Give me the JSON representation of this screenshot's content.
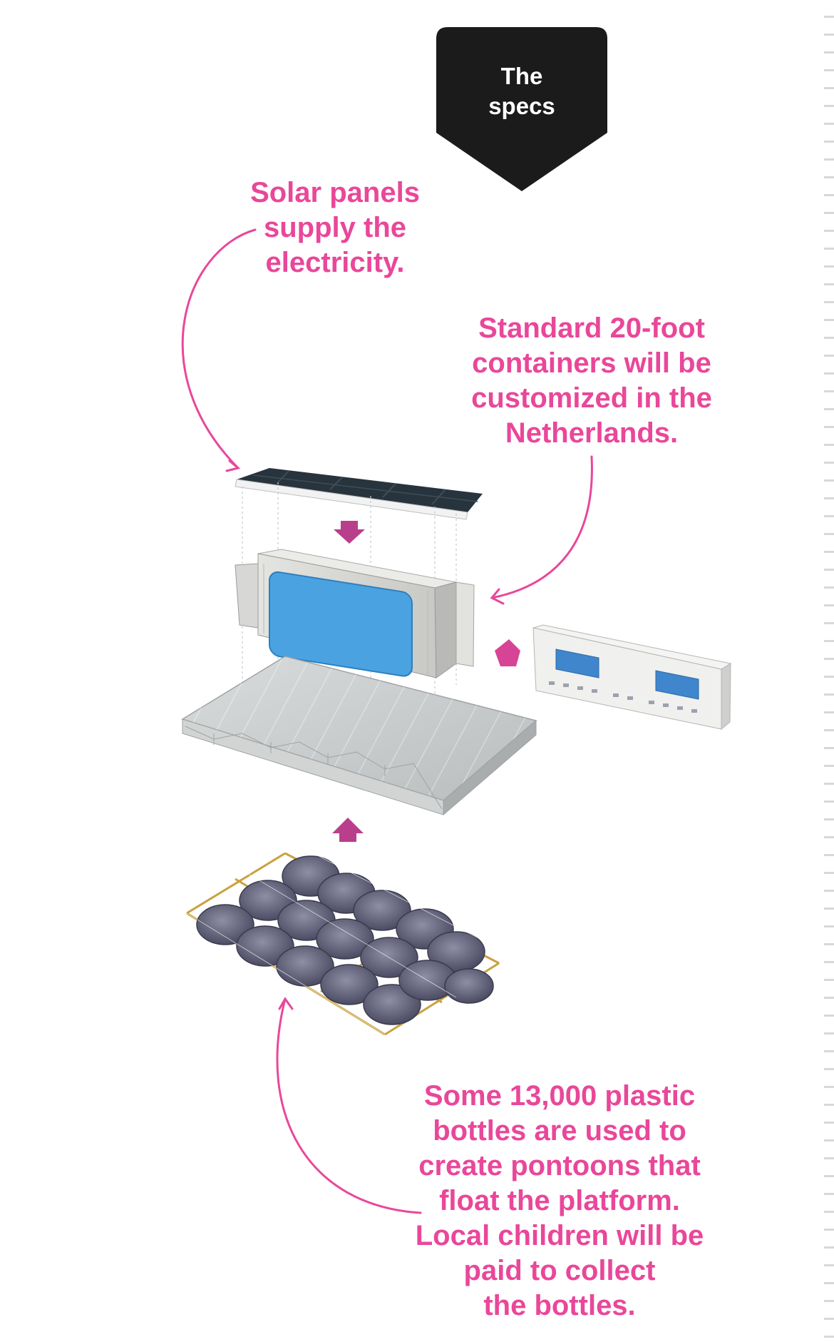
{
  "badge": {
    "line1": "The",
    "line2": "specs",
    "background": "#1c1b1c",
    "text_color": "#ffffff"
  },
  "accent_color": "#e9479a",
  "labels": {
    "solar": [
      "Solar panels",
      "supply the",
      "electricity."
    ],
    "containers": [
      "Standard 20-foot",
      "containers will be",
      "customized in the",
      "Netherlands."
    ],
    "bottles": [
      "Some 13,000 plastic",
      "bottles are used to",
      "create pontoons that",
      "float the platform.",
      "Local children will be",
      "paid to collect",
      "the bottles."
    ]
  },
  "components": {
    "solar_roof": "solar-panel-roof",
    "container": "shipping-container",
    "side_module": "classroom-side-module",
    "deck": "platform-deck",
    "pontoons": "bottle-pontoon-grid"
  }
}
